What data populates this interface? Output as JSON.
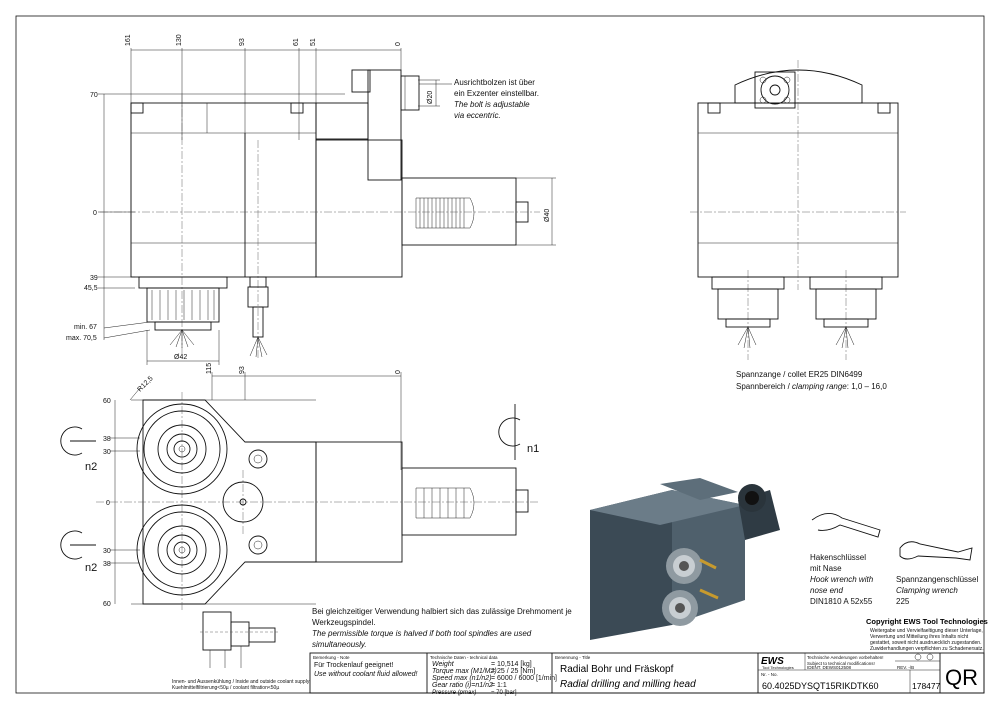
{
  "dims_top": {
    "h": [
      "161",
      "130",
      "93",
      "61",
      "51",
      "0"
    ],
    "v": [
      "70",
      "0",
      "39",
      "45,5",
      "min. 67",
      "max. 70,5"
    ],
    "dia20": "Ø20",
    "dia40": "Ø40",
    "dia42": "Ø42"
  },
  "dims_bottom": {
    "h": [
      "115",
      "93",
      "0"
    ],
    "v": [
      "60",
      "38",
      "30",
      "0",
      "30",
      "38",
      "60"
    ],
    "r125": "R12,5"
  },
  "labels": {
    "n1": "n1",
    "n2a": "n2",
    "n2b": "n2"
  },
  "bolt_note": {
    "de": [
      "Ausrichtbolzen ist über",
      "ein Exzenter einstellbar."
    ],
    "en": [
      "The bolt is adjustable",
      "via eccentric."
    ]
  },
  "collet": {
    "line1": "Spannzange / collet   ER25   DIN6499",
    "line2_de": "Spannbereich / ",
    "line2_en": "clamping range",
    "line2_val": ": 1,0 – 16,0"
  },
  "torque_note": {
    "de": [
      "Bei gleichzeitiger Verwendung halbiert sich das zulässige Drehmoment je",
      "Werkzeugspindel."
    ],
    "en": [
      "The permissible torque is halved if both tool spindles are used",
      "simultaneously."
    ]
  },
  "wrench1": {
    "de": [
      "Hakenschlüssel",
      "mit Nase"
    ],
    "en": [
      "Hook wrench with",
      "nose end"
    ],
    "spec": "DIN1810  A  52x55"
  },
  "wrench2": {
    "de": "Spannzangenschlüssel",
    "en": "Clamping wrench",
    "spec": "225"
  },
  "coolant_caption": [
    "Innen- und Aussenkühlung / Inside and outside coolant supply",
    "Kuehlmittelfiltrierung<50µ / coolant filtration<50µ"
  ],
  "copyright": {
    "title": "Copyright EWS Tool Technologies",
    "lines": [
      "Weitergabe und Vervielfaeltigung dieser Unterlage,",
      "Verwertung und Mitteilung ihres Inhalts nicht",
      "gestattet, soweit nicht ausdruecklich zugestanden.",
      "Zuwiderhandlungen verpflichten zu Schadenersatz."
    ]
  },
  "title_block": {
    "note_head": "Bemerkung - Note",
    "note_de": "Für Trockenlauf geeignet!",
    "note_en": "Use without coolant fluid allowed!",
    "tech_head": "Technische Daten - technical data",
    "tech_rows": [
      {
        "label": "Weight",
        "value": "= 10,514 [kg]"
      },
      {
        "label": "Torque max (M1/M2)",
        "value": "= 25 / 25 [Nm]"
      },
      {
        "label": "Speed max  (n1/n2)",
        "value": "= 6000 / 6000 [1/min]"
      },
      {
        "label": "Gear ratio  (i)=n1/n2",
        "value": "= 1:1"
      },
      {
        "label": "Pressure      (pmax)",
        "value": "= 70 [bar]"
      }
    ],
    "title_head": "Benennung - Title",
    "title_de": "Radial Bohr und Fräskopf",
    "title_en": "Radial drilling and milling head",
    "logo": "EWS",
    "logo_sub": "Tool Technologies",
    "change_note": [
      "Technische Aenderungen vorbehalten!",
      "Subject to technical modifications!"
    ],
    "ident": "IDENT. DEWS012508",
    "rev": "REV.  -/B",
    "part_no_head": "Nr. - No.",
    "part_no": "60.4025DYSQT15RIKDTK60",
    "order_no": "178477",
    "qr": "QR"
  }
}
